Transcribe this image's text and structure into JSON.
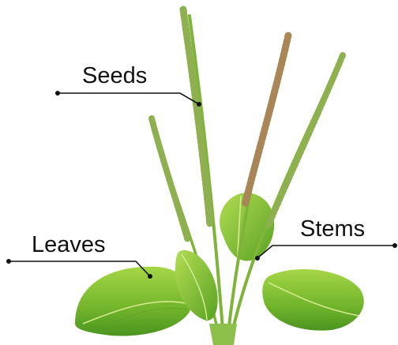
{
  "labels": {
    "seeds": "Seeds",
    "leaves": "Leaves",
    "stems": "Stems"
  },
  "colors": {
    "leaf_light": "#9fd23c",
    "leaf_mid": "#6fb32a",
    "leaf_dark": "#3f8a1e",
    "stem": "#7fb43a",
    "seed_green": "#8fb050",
    "seed_brown": "#a98658",
    "leader_line": "#111111"
  },
  "icons": [
    "plantain-plant-illustration"
  ]
}
